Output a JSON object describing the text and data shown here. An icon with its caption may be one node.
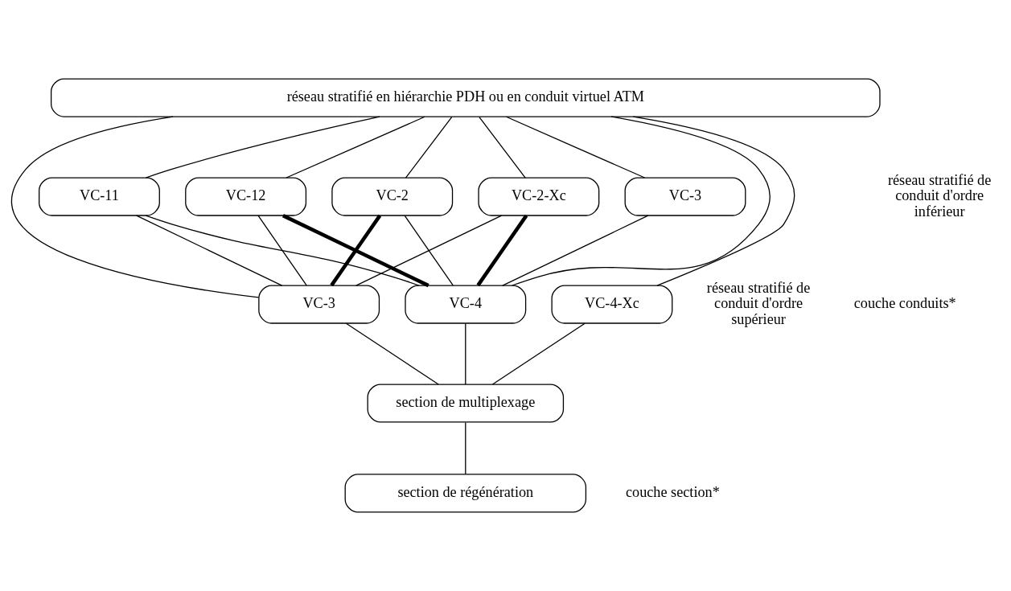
{
  "diagram": {
    "nodes": [
      {
        "text": [
          "réseau stratifié en hiérarchie PDH ou en conduit virtuel ATM"
        ]
      },
      {
        "text": [
          "VC-11"
        ]
      },
      {
        "text": [
          "VC-12"
        ]
      },
      {
        "text": [
          "VC-2"
        ]
      },
      {
        "text": [
          "VC-2-Xc"
        ]
      },
      {
        "text": [
          "VC-3"
        ]
      },
      {
        "text": [
          "VC-3"
        ]
      },
      {
        "text": [
          "VC-4"
        ]
      },
      {
        "text": [
          "VC-4-Xc"
        ]
      },
      {
        "text": [
          "section de multiplexage"
        ]
      },
      {
        "text": [
          "section de régénération"
        ]
      }
    ],
    "edges": [
      {
        "from": 0,
        "to": 1,
        "arrow": "none"
      },
      {
        "from": 0,
        "to": 6,
        "arrow": "none"
      },
      {
        "from": 0,
        "to": 2,
        "arrow": "none"
      },
      {
        "from": 0,
        "to": 3,
        "arrow": "none"
      },
      {
        "from": 0,
        "to": 7,
        "arrow": "none"
      },
      {
        "from": 0,
        "to": 4,
        "arrow": "none"
      },
      {
        "from": 0,
        "to": 8,
        "arrow": "none"
      },
      {
        "from": 0,
        "to": 5,
        "arrow": "none"
      },
      {
        "from": 1,
        "to": 6,
        "arrow": "none"
      },
      {
        "from": 1,
        "to": 7,
        "arrow": "none"
      },
      {
        "from": 2,
        "to": 6,
        "arrow": "none"
      },
      {
        "from": 2,
        "to": 7,
        "arrow": "none",
        "style": "thick"
      },
      {
        "from": 3,
        "to": 6,
        "arrow": "none",
        "style": "thick"
      },
      {
        "from": 3,
        "to": 7,
        "arrow": "none"
      },
      {
        "from": 4,
        "to": 6,
        "arrow": "none"
      },
      {
        "from": 4,
        "to": 7,
        "arrow": "none",
        "style": "thick"
      },
      {
        "from": 5,
        "to": 7,
        "arrow": "none"
      },
      {
        "from": 6,
        "to": 9,
        "arrow": "none"
      },
      {
        "from": 7,
        "to": 9,
        "arrow": "none"
      },
      {
        "from": 8,
        "to": 9,
        "arrow": "none"
      },
      {
        "from": 9,
        "to": 10,
        "arrow": "none"
      }
    ],
    "labels": [
      "réseau stratifié de conduit d'ordre inférieur",
      "couche conduits*",
      "réseau stratifié de conduit d'ordre supérieur",
      "couche section*"
    ]
  }
}
